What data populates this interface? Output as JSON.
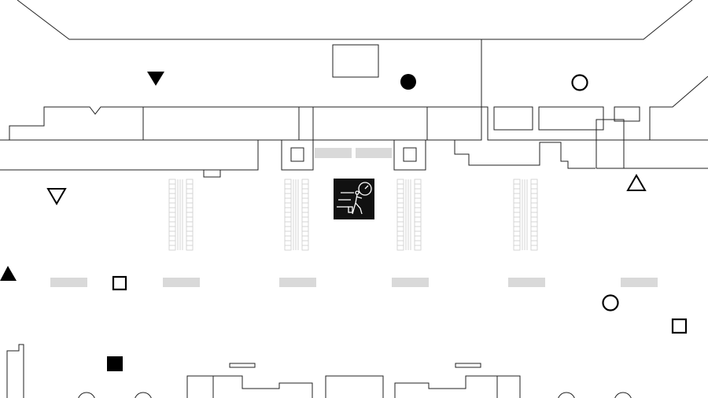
{
  "map": {
    "colors": {
      "wall": "#222222",
      "marker": "#000000",
      "zone": "#d9d9d9",
      "escalator": "#cccccc",
      "sign_bg": "#111111",
      "sign_fg": "#ffffff"
    },
    "center_sign": {
      "icon": "running-late-traveler-icon"
    },
    "markers": [
      {
        "shape": "triangle-down",
        "filled": true
      },
      {
        "shape": "circle",
        "filled": true
      },
      {
        "shape": "circle",
        "filled": false
      },
      {
        "shape": "triangle-down",
        "filled": false
      },
      {
        "shape": "triangle-up",
        "filled": false
      },
      {
        "shape": "triangle-up",
        "filled": true
      },
      {
        "shape": "square",
        "filled": false
      },
      {
        "shape": "circle",
        "filled": false
      },
      {
        "shape": "square",
        "filled": false
      },
      {
        "shape": "square",
        "filled": true
      }
    ]
  }
}
